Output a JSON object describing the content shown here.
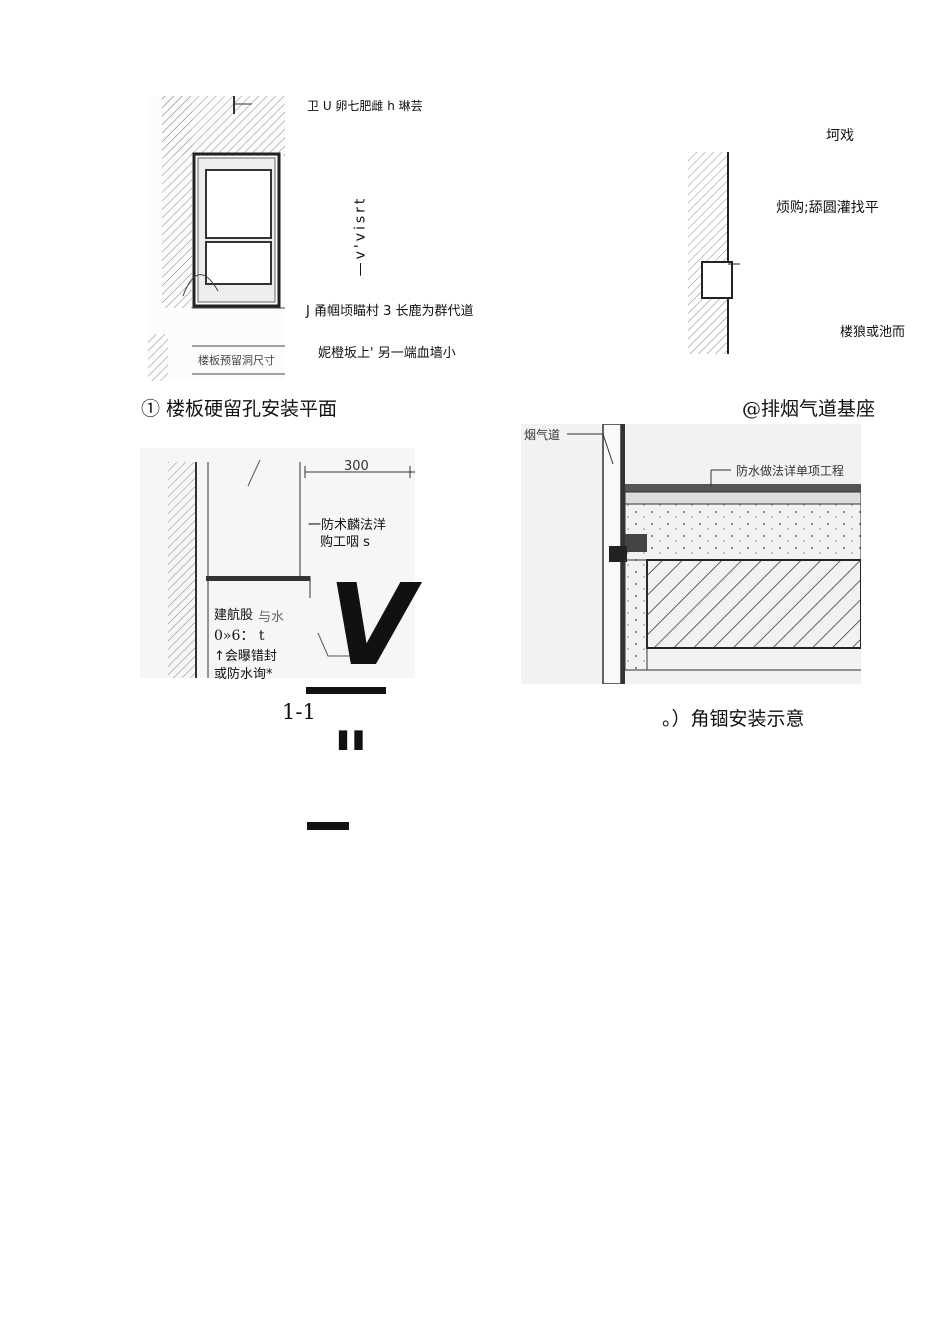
{
  "figure1": {
    "notes": {
      "top": "卫 U 卵七肥雌 h 琳芸",
      "vertical": "—v'visrt",
      "mid": "J 甬帼顷瞄村 3 长鹿为群代道",
      "bottom": "妮橙坂上' 另一端血墙小"
    },
    "drawing_text": "楼板预留洞尺寸",
    "caption": "① 楼板硬留孔安装平面"
  },
  "figure2": {
    "notes": {
      "top": "坷戏",
      "mid": "烦购;舔圆灌找平",
      "bottom": "楼狼或池而"
    },
    "caption": "@排烟气道基座"
  },
  "figure3": {
    "dimension": "300",
    "notes": {
      "right_line1": "一防术麟法洋",
      "right_line2": "购工咽 s",
      "left_line1": "建航股",
      "left_overlap": "与水",
      "left_line2": "0»6：  t",
      "left_line3": "↑会曝错封",
      "left_line4": "或防水询*"
    },
    "caption": "1-1",
    "glyph_v": "V",
    "glyph_quote": "\""
  },
  "figure4": {
    "label_flue": "烟气道",
    "label_waterproof": "防水做法详单项工程",
    "caption": "。）角锢安装示意"
  }
}
